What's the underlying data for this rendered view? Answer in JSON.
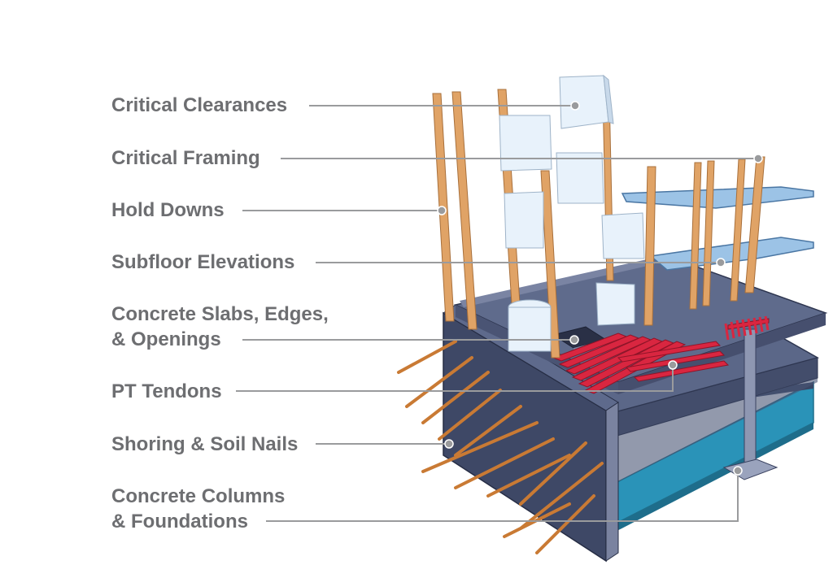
{
  "labels": [
    {
      "id": "critical-clearances",
      "text": "Critical Clearances"
    },
    {
      "id": "critical-framing",
      "text": "Critical Framing"
    },
    {
      "id": "hold-downs",
      "text": "Hold Downs"
    },
    {
      "id": "subfloor-elevations",
      "text": "Subfloor Elevations"
    },
    {
      "id": "concrete-slabs",
      "lines": [
        "Concrete Slabs, Edges,",
        "& Openings"
      ]
    },
    {
      "id": "pt-tendons",
      "text": "PT Tendons"
    },
    {
      "id": "shoring-soil-nails",
      "text": "Shoring & Soil Nails"
    },
    {
      "id": "concrete-columns",
      "lines": [
        "Concrete Columns",
        "& Foundations"
      ]
    }
  ],
  "colors": {
    "label_text": "#6d6e71",
    "leader": "#9a9b9d",
    "wood": "#e0a366",
    "concrete": "#54607e",
    "slab_top": "#5f6b8c",
    "glass": "#e8f2fb",
    "tendon": "#d92640",
    "foundation": "#2a93b8",
    "subfloor": "#9cc3e6",
    "soil_nail": "#c97a34"
  }
}
